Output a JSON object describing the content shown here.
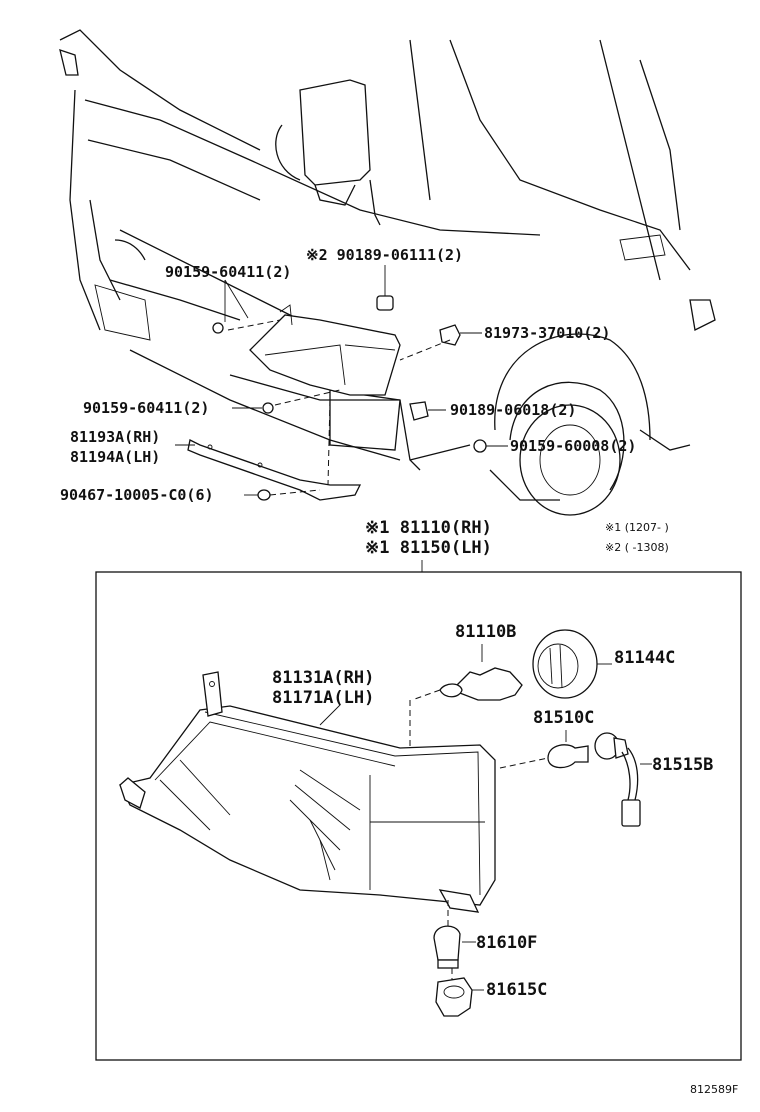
{
  "labels": {
    "p_90189_06111": "※2 90189-06111(2)",
    "p_90159_60411_a": "90159-60411(2)",
    "p_81973_37010": "81973-37010(2)",
    "p_90159_60411_b": "90159-60411(2)",
    "p_90189_06018": "90189-06018(2)",
    "p_81193a": "81193A(RH)",
    "p_81194a": "81194A(LH)",
    "p_90159_60008": "90159-60008(2)",
    "p_90467": "90467-10005-C0(6)",
    "p_81110": "※1 81110(RH)",
    "p_81150": "※1 81150(LH)",
    "note1": "※1 (1207-    )",
    "note2": "※2 (    -1308)",
    "p_81110b": "81110B",
    "p_81144c": "81144C",
    "p_81131a": "81131A(RH)",
    "p_81171a": "81171A(LH)",
    "p_81510c": "81510C",
    "p_81515b": "81515B",
    "p_81610f": "81610F",
    "p_81615c": "81615C",
    "diagram_id": "812589F"
  }
}
